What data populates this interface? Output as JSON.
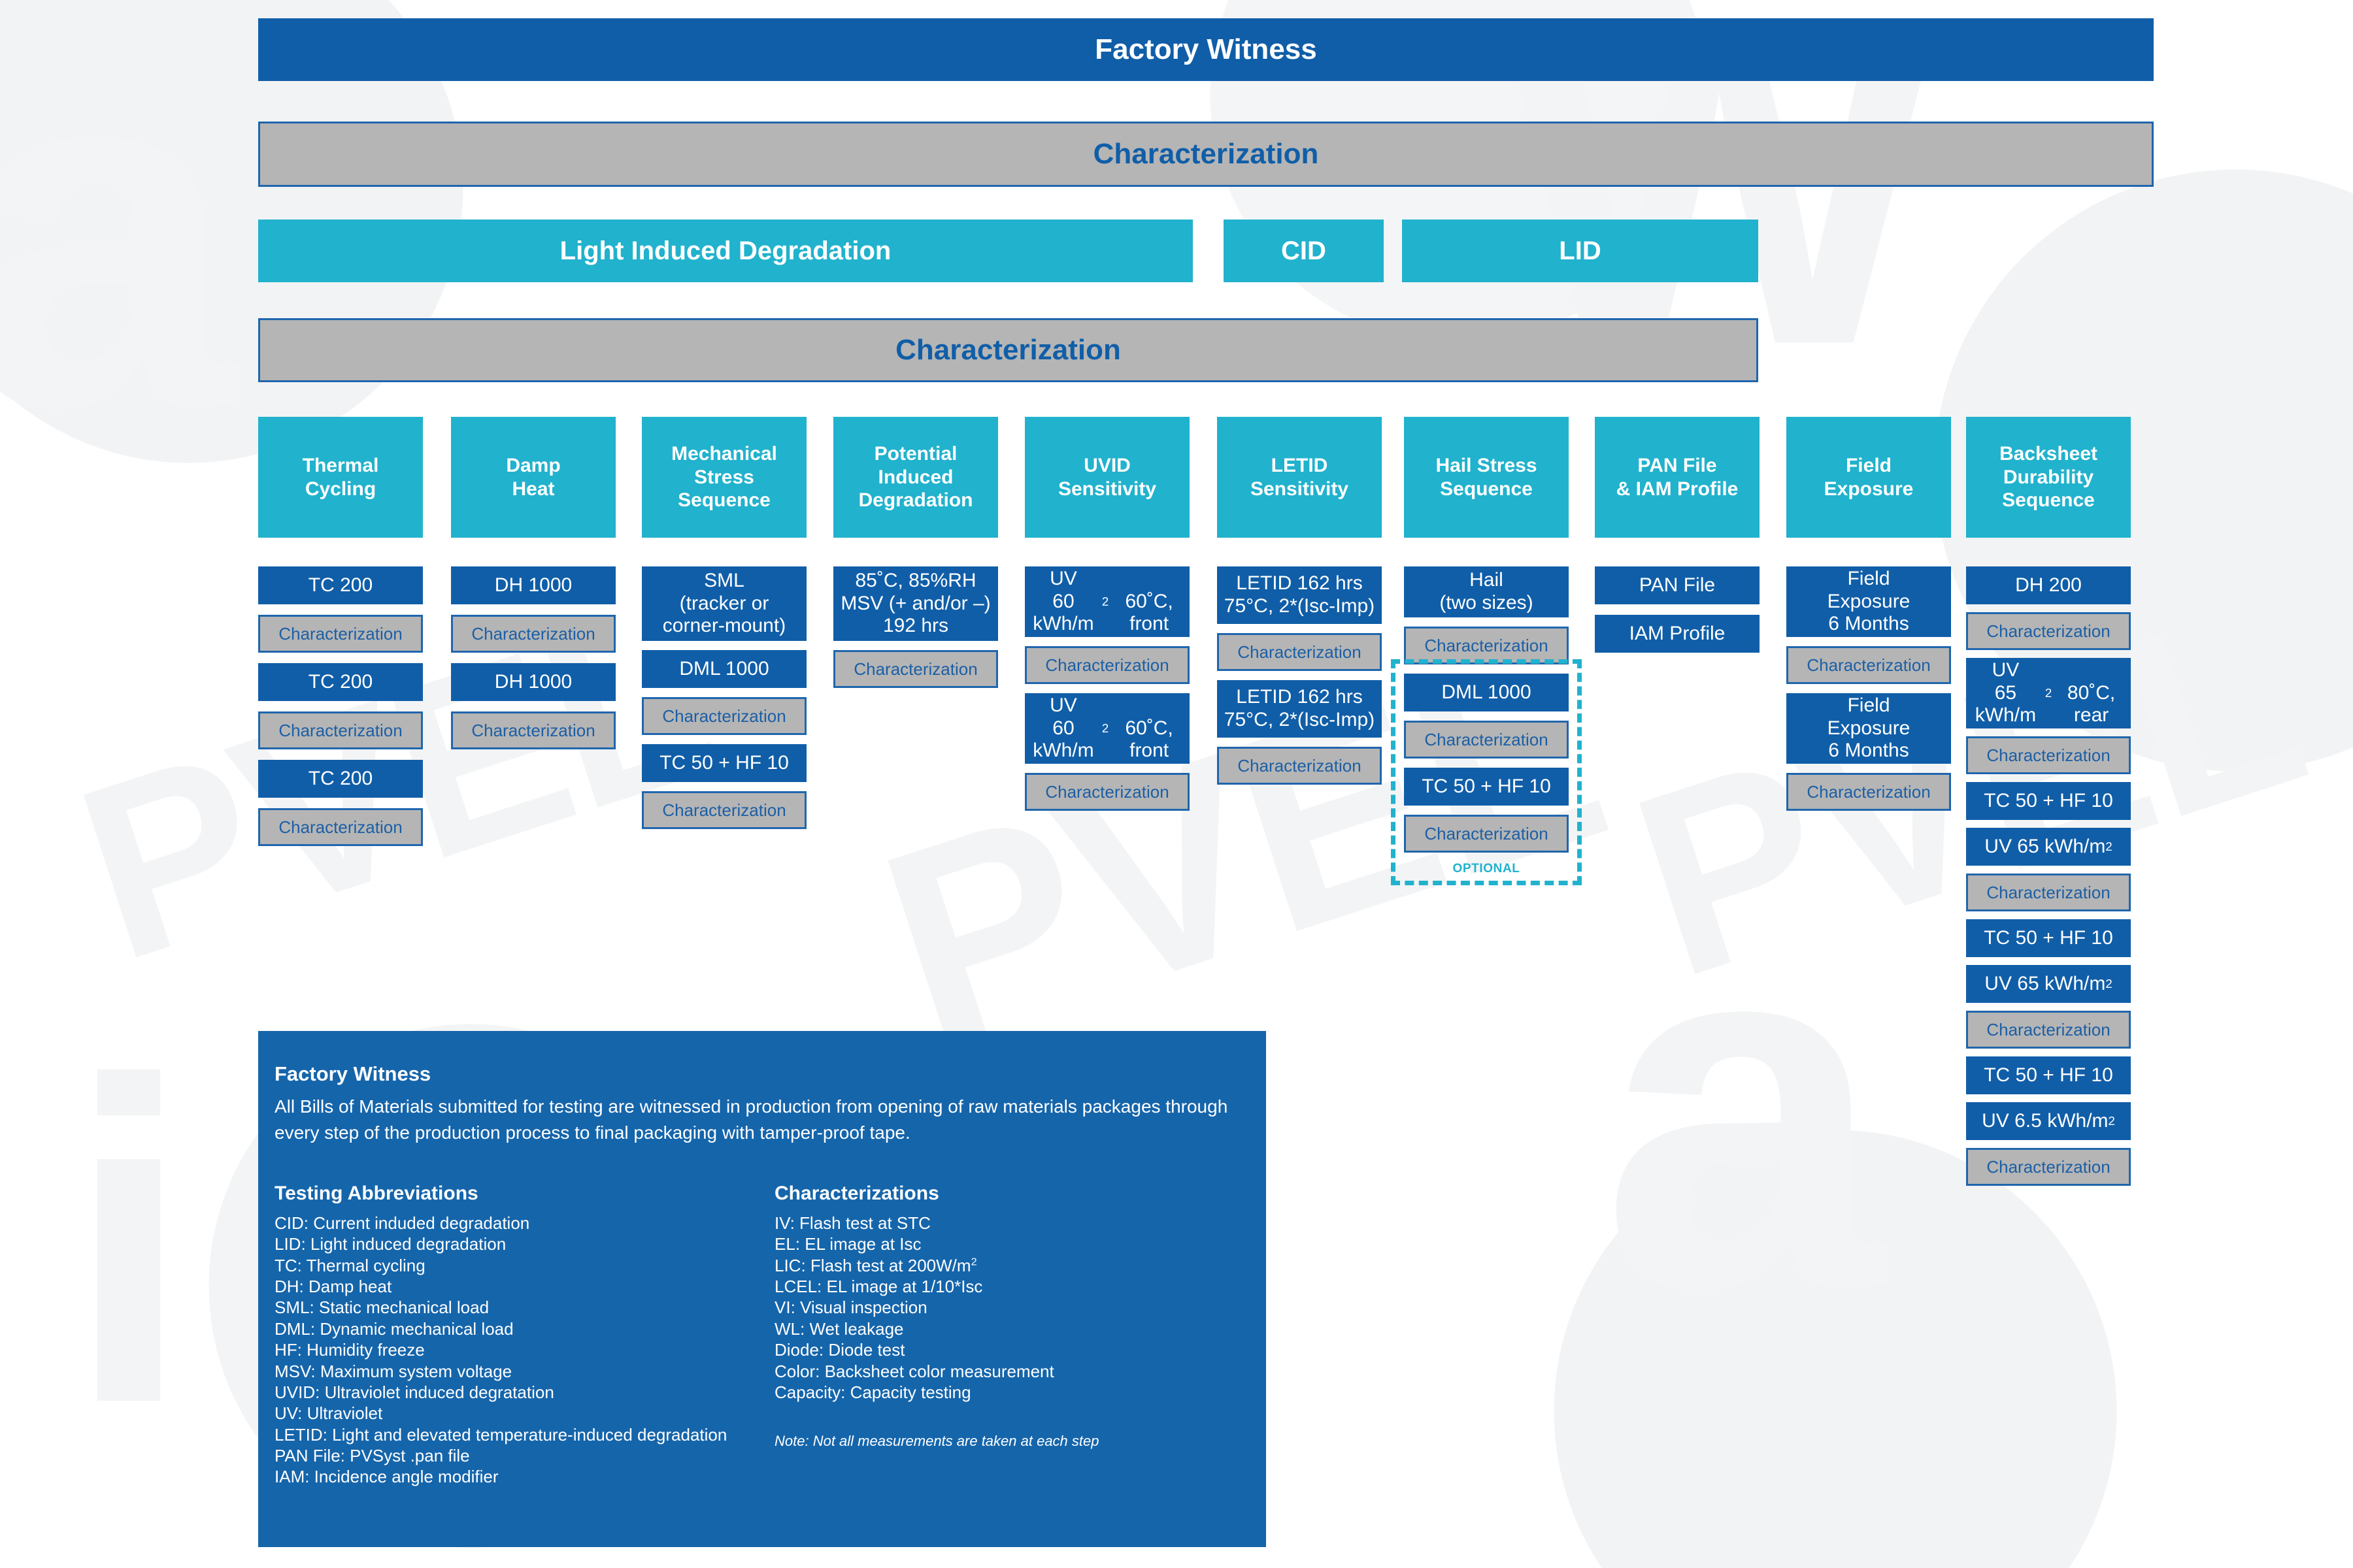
{
  "header": {
    "factory_witness": "Factory Witness",
    "characterization_1": "Characterization",
    "characterization_2": "Characterization"
  },
  "lid_row": {
    "light_induced_degradation": "Light Induced Degradation",
    "cid": "CID",
    "lid": "LID"
  },
  "colors": {
    "navy": "#105ea8",
    "teal": "#21b2cd",
    "grey": "#b5b5b5",
    "panel_blue": "#1565ab",
    "char_text": "#1c5fa5"
  },
  "columns": [
    {
      "id": "thermal-cycling",
      "header": "Thermal\nCycling",
      "steps": [
        {
          "type": "step",
          "label": "TC 200"
        },
        {
          "type": "char",
          "label": "Characterization"
        },
        {
          "type": "step",
          "label": "TC 200"
        },
        {
          "type": "char",
          "label": "Characterization"
        },
        {
          "type": "step",
          "label": "TC 200"
        },
        {
          "type": "char",
          "label": "Characterization"
        }
      ]
    },
    {
      "id": "damp-heat",
      "header": "Damp\nHeat",
      "steps": [
        {
          "type": "step",
          "label": "DH 1000"
        },
        {
          "type": "char",
          "label": "Characterization"
        },
        {
          "type": "step",
          "label": "DH 1000"
        },
        {
          "type": "char",
          "label": "Characterization"
        }
      ]
    },
    {
      "id": "mechanical-stress-sequence",
      "header": "Mechanical\nStress\nSequence",
      "steps": [
        {
          "type": "step",
          "label": "SML\n(tracker or\ncorner-mount)"
        },
        {
          "type": "step",
          "label": "DML 1000"
        },
        {
          "type": "char",
          "label": "Characterization"
        },
        {
          "type": "step",
          "label": "TC 50 + HF 10"
        },
        {
          "type": "char",
          "label": "Characterization"
        }
      ]
    },
    {
      "id": "potential-induced-degradation",
      "header": "Potential\nInduced\nDegradation",
      "steps": [
        {
          "type": "step",
          "label": "85˚C, 85%RH\nMSV (+ and/or –)\n192 hrs"
        },
        {
          "type": "char",
          "label": "Characterization"
        }
      ]
    },
    {
      "id": "uvid-sensitivity",
      "header": "UVID\nSensitivity",
      "steps": [
        {
          "type": "step",
          "label": "UV\n60 kWh/m²\n60˚C, front"
        },
        {
          "type": "char",
          "label": "Characterization"
        },
        {
          "type": "step",
          "label": "UV\n60 kWh/m²\n60˚C, front"
        },
        {
          "type": "char",
          "label": "Characterization"
        }
      ]
    },
    {
      "id": "letid-sensitivity",
      "header": "LETID\nSensitivity",
      "steps": [
        {
          "type": "step",
          "label": "LETID 162 hrs\n75°C, 2*(Isc-Imp)"
        },
        {
          "type": "char",
          "label": "Characterization"
        },
        {
          "type": "step",
          "label": "LETID 162 hrs\n75°C, 2*(Isc-Imp)"
        },
        {
          "type": "char",
          "label": "Characterization"
        }
      ]
    },
    {
      "id": "hail-stress-sequence",
      "header": "Hail Stress\nSequence",
      "optional_label": "OPTIONAL",
      "steps": [
        {
          "type": "step",
          "label": "Hail\n(two sizes)"
        },
        {
          "type": "char",
          "label": "Characterization"
        },
        {
          "type": "step",
          "label": "DML 1000",
          "optional": true
        },
        {
          "type": "char",
          "label": "Characterization",
          "optional": true
        },
        {
          "type": "step",
          "label": "TC 50 + HF 10",
          "optional": true
        },
        {
          "type": "char",
          "label": "Characterization",
          "optional": true
        }
      ]
    },
    {
      "id": "pan-file-iam-profile",
      "header": "PAN File\n& IAM Profile",
      "steps": [
        {
          "type": "step",
          "label": "PAN File"
        },
        {
          "type": "step",
          "label": "IAM Profile"
        }
      ]
    },
    {
      "id": "field-exposure",
      "header": "Field\nExposure",
      "steps": [
        {
          "type": "step",
          "label": "Field\nExposure\n6 Months"
        },
        {
          "type": "char",
          "label": "Characterization"
        },
        {
          "type": "step",
          "label": "Field\nExposure\n6 Months"
        },
        {
          "type": "char",
          "label": "Characterization"
        }
      ]
    },
    {
      "id": "backsheet-durability-sequence",
      "header": "Backsheet\nDurability\nSequence",
      "steps": [
        {
          "type": "step",
          "label": "DH 200"
        },
        {
          "type": "char",
          "label": "Characterization"
        },
        {
          "type": "step",
          "label": "UV\n65 kWh/m²\n80˚C, rear"
        },
        {
          "type": "char",
          "label": "Characterization"
        },
        {
          "type": "step",
          "label": "TC 50 + HF 10"
        },
        {
          "type": "step",
          "label": "UV 65 kWh/m²"
        },
        {
          "type": "char",
          "label": "Characterization"
        },
        {
          "type": "step",
          "label": "TC 50 + HF 10"
        },
        {
          "type": "step",
          "label": "UV 65 kWh/m²"
        },
        {
          "type": "char",
          "label": "Characterization"
        },
        {
          "type": "step",
          "label": "TC 50 + HF 10"
        },
        {
          "type": "step",
          "label": "UV 6.5 kWh/m²"
        },
        {
          "type": "char",
          "label": "Characterization"
        }
      ]
    }
  ],
  "legend": {
    "title": "Factory Witness",
    "paragraph": "All Bills of Materials submitted for testing are witnessed in production from opening of raw materials packages through every step of the production process to final packaging with tamper-proof tape.",
    "abbrev_title": "Testing Abbreviations",
    "abbreviations": [
      "CID: Current induded degradation",
      "LID: Light induced degradation",
      "TC: Thermal cycling",
      "DH: Damp heat",
      "SML: Static mechanical load",
      "DML: Dynamic mechanical load",
      "HF: Humidity freeze",
      "MSV: Maximum system voltage",
      "UVID: Ultraviolet induced degratation",
      "UV: Ultraviolet",
      "LETID: Light and elevated temperature-induced degradation",
      "PAN File: PVSyst .pan file",
      "IAM: Incidence angle modifier"
    ],
    "char_title": "Characterizations",
    "characterizations": [
      "IV: Flash test at STC",
      "EL: EL image at Isc",
      "LIC: Flash test at 200W/m²",
      "LCEL: EL image at 1/10*Isc",
      "VI: Visual inspection",
      "WL: Wet leakage",
      "Diode: Diode test",
      "Color: Backsheet color measurement",
      "Capacity: Capacity testing"
    ],
    "note": "Note: Not all measurements are taken at each step"
  }
}
